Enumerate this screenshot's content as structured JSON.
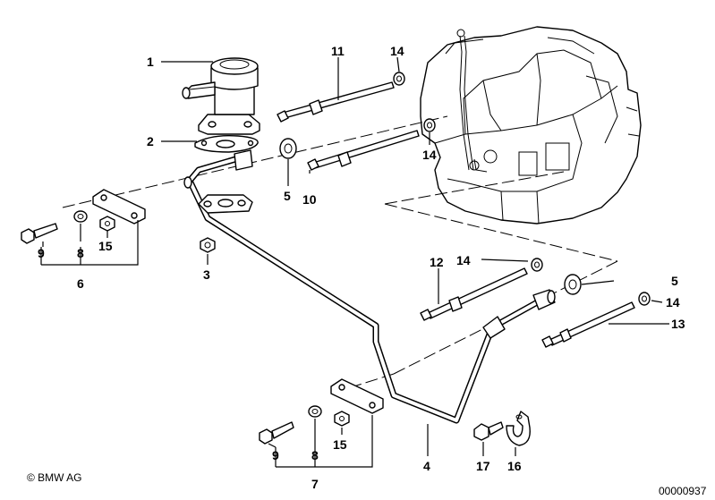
{
  "callouts": [
    {
      "id": "c1",
      "text": "1"
    },
    {
      "id": "c2",
      "text": "2"
    },
    {
      "id": "c3",
      "text": "3"
    },
    {
      "id": "c4",
      "text": "4"
    },
    {
      "id": "c5a",
      "text": "5"
    },
    {
      "id": "c5b",
      "text": "5"
    },
    {
      "id": "c6",
      "text": "6"
    },
    {
      "id": "c7",
      "text": "7"
    },
    {
      "id": "c8a",
      "text": "8"
    },
    {
      "id": "c8b",
      "text": "8"
    },
    {
      "id": "c9a",
      "text": "9"
    },
    {
      "id": "c9b",
      "text": "9"
    },
    {
      "id": "c10",
      "text": "10"
    },
    {
      "id": "c11",
      "text": "11"
    },
    {
      "id": "c12",
      "text": "12"
    },
    {
      "id": "c13",
      "text": "13"
    },
    {
      "id": "c14a",
      "text": "14"
    },
    {
      "id": "c14b",
      "text": "14"
    },
    {
      "id": "c14c",
      "text": "14"
    },
    {
      "id": "c14d",
      "text": "14"
    },
    {
      "id": "c15a",
      "text": "15"
    },
    {
      "id": "c15b",
      "text": "15"
    },
    {
      "id": "c16",
      "text": "16"
    },
    {
      "id": "c17",
      "text": "17"
    }
  ],
  "footer": {
    "copyright": "© BMW AG",
    "image_number": "00000937"
  }
}
